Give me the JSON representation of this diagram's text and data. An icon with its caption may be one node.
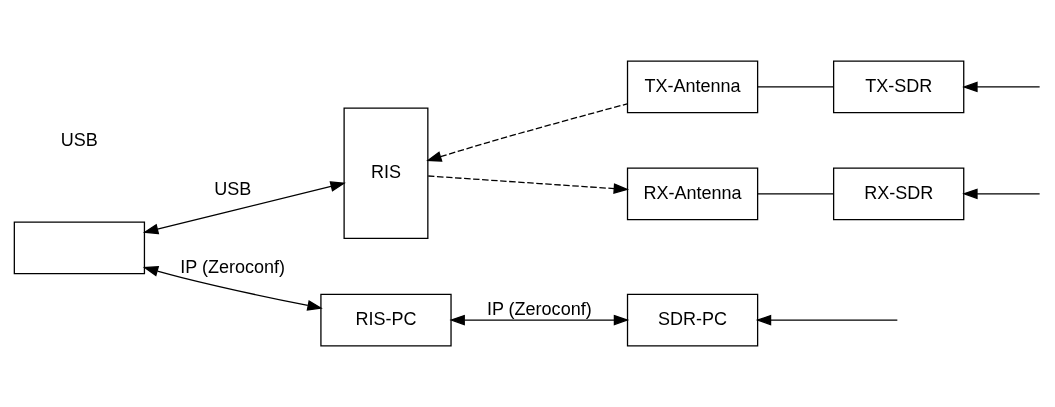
{
  "diagram": {
    "nodes": [
      {
        "text": [],
        "shape": "box"
      },
      {
        "text": [
          "RIS"
        ]
      },
      {
        "text": [
          "TX-Antenna"
        ]
      },
      {
        "text": [
          "TX-SDR"
        ]
      },
      {
        "text": [
          "RX-Antenna"
        ]
      },
      {
        "text": [
          "RX-SDR"
        ]
      },
      {
        "text": [
          "RIS-PC"
        ]
      },
      {
        "text": [
          "SDR-PC"
        ]
      }
    ],
    "edges": [
      {
        "from": 0,
        "to": 1,
        "arrow": "both",
        "label": "USB"
      },
      {
        "from": 2,
        "to": 1,
        "arrow": "to",
        "style": "dashed"
      },
      {
        "from": 1,
        "to": 4,
        "arrow": "to",
        "style": "dashed"
      },
      {
        "from": 2,
        "to": 3,
        "arrow": "none"
      },
      {
        "from": 4,
        "to": 5,
        "arrow": "none"
      },
      {
        "from": null,
        "to": 3,
        "arrow": "to"
      },
      {
        "from": null,
        "to": 5,
        "arrow": "to"
      },
      {
        "from": null,
        "to": 7,
        "arrow": "to"
      },
      {
        "from": 0,
        "to": 6,
        "arrow": "both",
        "label": "IP (Zeroconf)"
      },
      {
        "from": 6,
        "to": 7,
        "arrow": "both",
        "label": "IP (Zeroconf)"
      }
    ],
    "labels": [
      "USB"
    ]
  }
}
